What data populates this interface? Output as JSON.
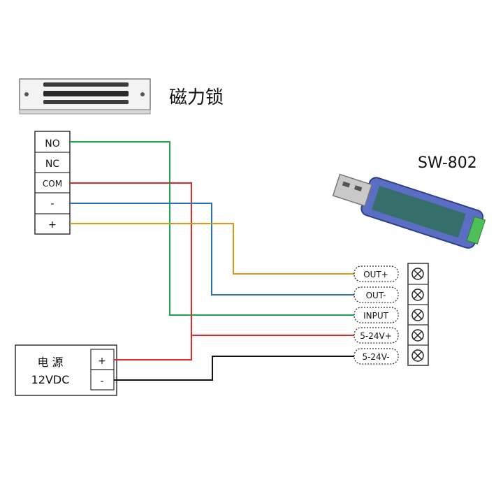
{
  "maglock": {
    "label": "磁力锁"
  },
  "device": {
    "model": "SW-802"
  },
  "relay_terminals": [
    {
      "label": "NO"
    },
    {
      "label": "NC"
    },
    {
      "label": "COM"
    },
    {
      "label": "-"
    },
    {
      "label": "+"
    }
  ],
  "power_supply": {
    "title": "电 源",
    "voltage": "12VDC",
    "plus_label": "+",
    "minus_label": "-"
  },
  "sw802_terminals": [
    {
      "label": "OUT+"
    },
    {
      "label": "OUT-"
    },
    {
      "label": "INPUT"
    },
    {
      "label": "5-24V+"
    },
    {
      "label": "5-24V-"
    }
  ],
  "wire_colors": {
    "green": "#1ba84a",
    "red": "#e02a2a",
    "blue": "#2f6fb4",
    "orange": "#d49a1e",
    "black": "#111111"
  },
  "icons": {
    "maglock": "maglock-icon",
    "usb_adapter": "usb-adapter-icon",
    "screw": "screw-terminal-icon"
  }
}
